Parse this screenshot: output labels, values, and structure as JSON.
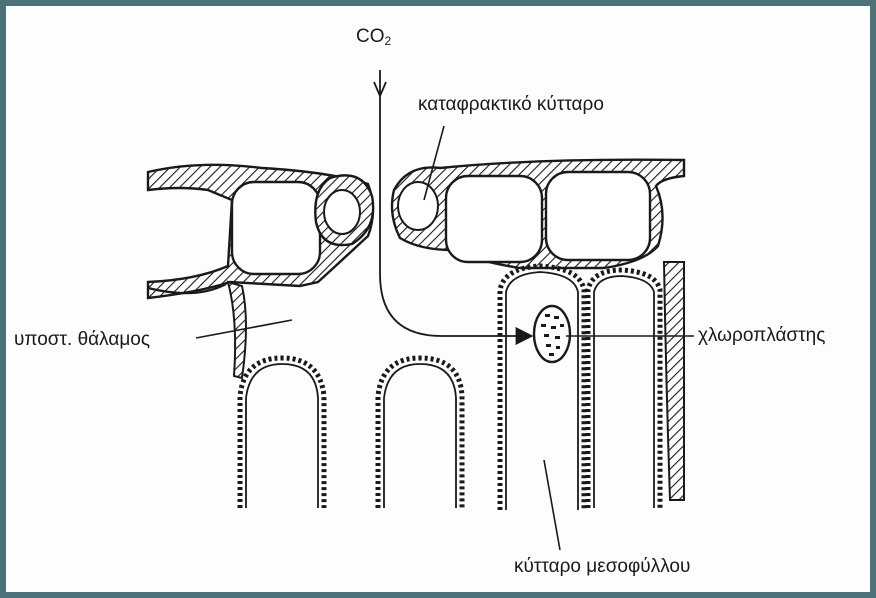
{
  "labels": {
    "co2_main": "CO",
    "co2_sub": "2",
    "guard_cell": "καταφρακτικό κύτταρο",
    "stomatal_chamber": "υποστ. θάλαμος",
    "chloroplast": "χλωροπλάστης",
    "mesophyll_cell": "κύτταρο μεσοφύλλου"
  },
  "colors": {
    "frame": "#4d7279",
    "ink": "#1a1a1a",
    "background": "#fdfdfc"
  }
}
